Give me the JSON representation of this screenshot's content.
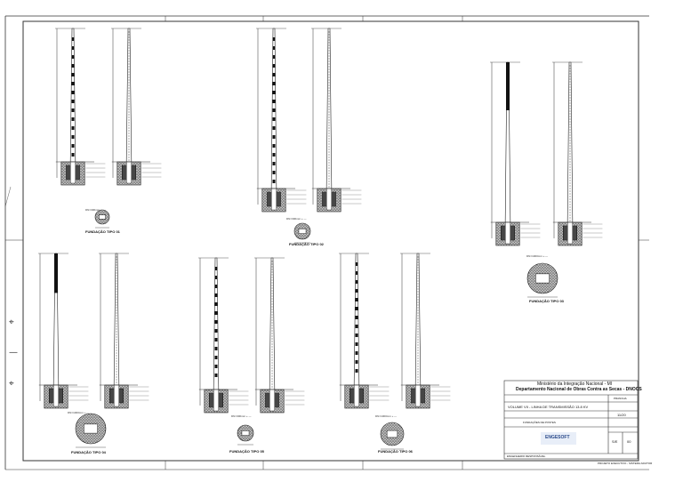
{
  "title_block": {
    "ministry": "Ministério da Integração Nacional - MI",
    "department": "Departamento Nacional de Obras Contra as Secas - DNOCS",
    "volume": "VOLUME VII - LINHA DE TRANSMISSÃO 13.8 KV",
    "subtitle": "FUNDAÇÕES DE POSTES",
    "company": "ENGESOFT",
    "number_label": "PRANCHA",
    "number": "11/20",
    "scale": "S/E",
    "rev": "00",
    "footer": "ENGENHEIRO RESPONSÁVEL",
    "bottom_note": "PROJETO EXECUTIVO - SISTEMA ADUTOR"
  },
  "foundations": [
    {
      "caption": "FUNDAÇÃO TIPO 01",
      "section": "DN=300mm + ---"
    },
    {
      "caption": "FUNDAÇÃO TIPO 02",
      "section": "DN=300mm + ---"
    },
    {
      "caption": "FUNDAÇÃO TIPO 03",
      "section": "DN=1000mm + ---"
    },
    {
      "caption": "FUNDAÇÃO TIPO 04",
      "section": "DN=1000mm + ---"
    },
    {
      "caption": "FUNDAÇÃO TIPO 05",
      "section": "DN=300mm + ---"
    },
    {
      "caption": "FUNDAÇÃO TIPO 06",
      "section": "DN=1000mm + ---"
    }
  ],
  "icons": {
    "crosshair_top": "⌖",
    "dash_mid": "—",
    "crosshair_bottom": "⌖"
  }
}
